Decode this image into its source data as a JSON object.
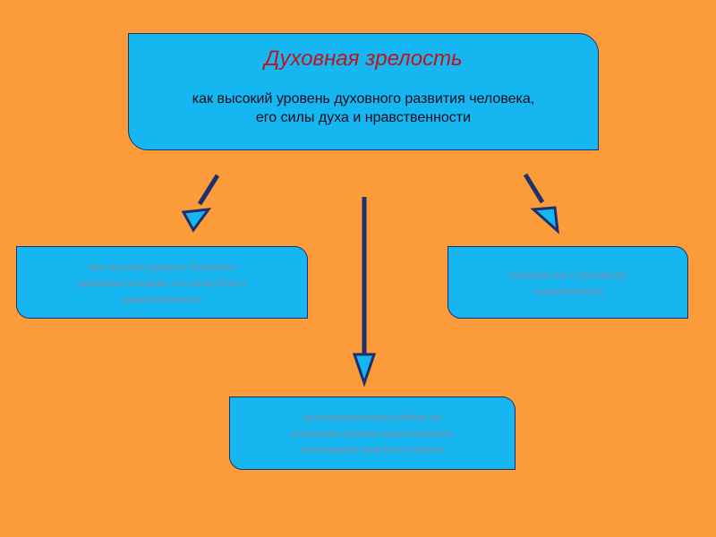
{
  "main": {
    "title": "Духовная зрелость",
    "subtitle_line1": "как высокий уровень духовного развития человека,",
    "subtitle_line2": "его силы духа и нравственности"
  },
  "left_box": {
    "line1": "как высокий уровень духовного",
    "line2": "развития человека, его силы духа и",
    "line3": "нравственности"
  },
  "right_box": {
    "line1": "готовность к духовному",
    "line2": "саморазвитию"
  },
  "bottom_box": {
    "line1": "целенаправленная работа по",
    "line2": "развитию духовно-нравственного",
    "line3": "потенциала каждого ученика"
  },
  "colors": {
    "background": "#fb9b3a",
    "box_fill": "#16b7f1",
    "arrow": "#1d2f6e",
    "title": "#c0141b"
  }
}
